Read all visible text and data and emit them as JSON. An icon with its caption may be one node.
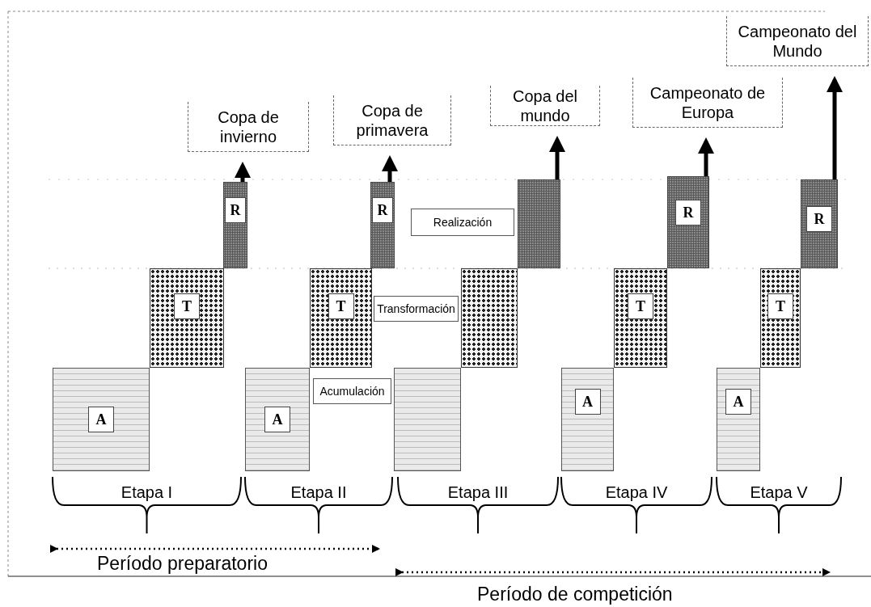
{
  "diagram": {
    "nodes": [
      {
        "text": [
          "Copa de invierno"
        ]
      },
      {
        "text": [
          "Copa de primavera"
        ]
      },
      {
        "text": [
          "Copa del mundo"
        ]
      },
      {
        "text": [
          "Campeonato de Europa"
        ]
      },
      {
        "text": [
          "Campeonato del Mundo"
        ]
      },
      {
        "text": [
          "R"
        ]
      },
      {
        "text": [
          "R"
        ]
      },
      {
        "text": [],
        "shape": "box"
      },
      {
        "text": [
          "Realización"
        ]
      },
      {
        "text": [
          "R"
        ]
      },
      {
        "text": [
          "R"
        ]
      },
      {
        "text": [
          "T"
        ]
      },
      {
        "text": [
          "T"
        ]
      },
      {
        "text": [
          "Transformación"
        ]
      },
      {
        "text": [],
        "shape": "box"
      },
      {
        "text": [
          "T"
        ]
      },
      {
        "text": [
          "T"
        ]
      },
      {
        "text": [
          "A"
        ]
      },
      {
        "text": [
          "A"
        ]
      },
      {
        "text": [
          "Acumulación"
        ]
      },
      {
        "text": [],
        "shape": "box"
      },
      {
        "text": [
          "A"
        ]
      },
      {
        "text": [
          "A"
        ]
      }
    ],
    "edges": [
      {
        "from": 5,
        "to": 0,
        "arrow": "to"
      },
      {
        "from": 6,
        "to": 1,
        "arrow": "to"
      },
      {
        "from": 7,
        "to": 2,
        "arrow": "to"
      },
      {
        "from": 9,
        "to": 3,
        "arrow": "to"
      },
      {
        "from": 10,
        "to": 4,
        "arrow": "to"
      }
    ],
    "labels": [
      "Etapa I",
      "Etapa II",
      "Etapa III",
      "Etapa IV",
      "Etapa V",
      "Período preparatorio",
      "Período de competición"
    ]
  }
}
